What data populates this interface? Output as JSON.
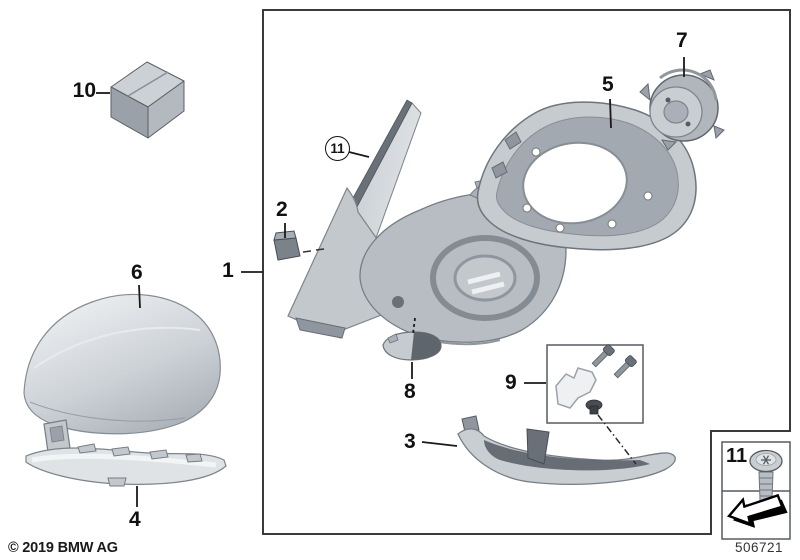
{
  "page": {
    "copyright": "© 2019 BMW AG",
    "doc_number": "506721"
  },
  "callouts": {
    "item1": "1",
    "item2": "2",
    "item3": "3",
    "item4": "4",
    "item5": "5",
    "item6": "6",
    "item7": "7",
    "item8": "8",
    "item9": "9",
    "item10": "10",
    "item11_circle": "11",
    "item11_box": "11"
  },
  "colors": {
    "background": "#ffffff",
    "frame": "#3a3a3a",
    "leader_line": "#1a1a1a",
    "part_light": "#c9ced3",
    "part_mid": "#aab0b7",
    "part_dark": "#6a7077",
    "part_shadow": "#565c63"
  }
}
